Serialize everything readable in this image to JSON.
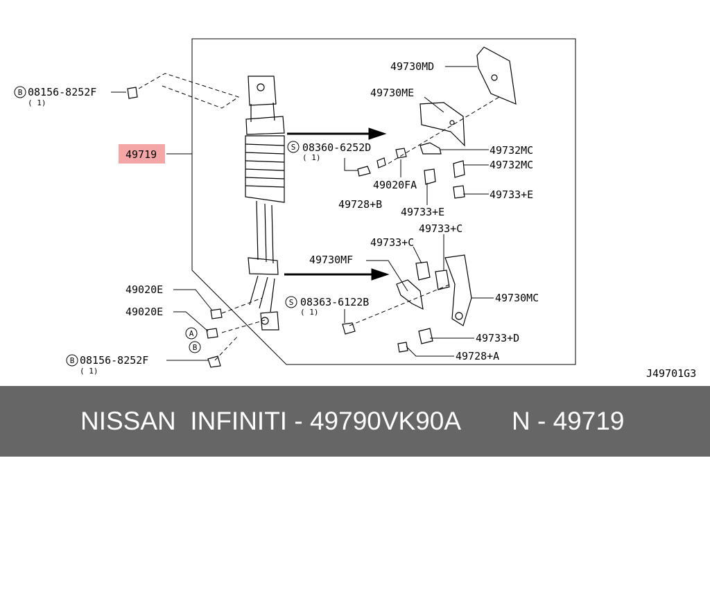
{
  "diagram": {
    "ref_code": "J49701G3",
    "highlight_color": "#f08080",
    "labels": {
      "main_part": "49719",
      "bolt_top": "08156-8252F",
      "bolt_top_qty": "( 1)",
      "bolt_bottom": "08156-8252F",
      "bolt_bottom_qty": "( 1)",
      "screw_mid": "08360-6252D",
      "screw_mid_qty": "( 1)",
      "screw_low": "08363-6122B",
      "screw_low_qty": "( 1)",
      "clamp_e_1": "49020E",
      "clamp_e_2": "49020E",
      "clamp_fa": "49020FA",
      "bolt_b": "49728+B",
      "bolt_a": "49728+A",
      "bracket_md": "49730MD",
      "bracket_me": "49730ME",
      "bracket_mf": "49730MF",
      "bracket_mc": "49730MC",
      "clip_mc_1": "49732MC",
      "clip_mc_2": "49732MC",
      "grommet_e_1": "49733+E",
      "grommet_e_2": "49733+E",
      "grommet_c_1": "49733+C",
      "grommet_c_2": "49733+C",
      "grommet_d": "49733+D",
      "circle_b": "B",
      "circle_s": "S",
      "circle_a": "A"
    }
  },
  "footer": {
    "brand": "NISSAN  INFINITI - 49790VK90A",
    "code": "N - 49719"
  }
}
